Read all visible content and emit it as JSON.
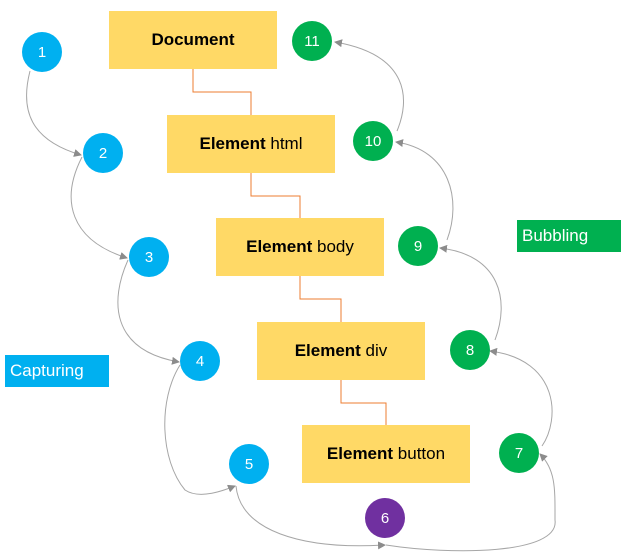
{
  "nodes": [
    {
      "bold": "Document",
      "rest": ""
    },
    {
      "bold": "Element",
      "rest": " html"
    },
    {
      "bold": "Element",
      "rest": " body"
    },
    {
      "bold": "Element",
      "rest": " div"
    },
    {
      "bold": "Element",
      "rest": " button"
    }
  ],
  "steps": {
    "capturing": [
      "1",
      "2",
      "3",
      "4",
      "5"
    ],
    "target": "6",
    "bubbling": [
      "7",
      "8",
      "9",
      "10",
      "11"
    ]
  },
  "labels": {
    "capturing": "Capturing",
    "bubbling": "Bubbling"
  },
  "colors": {
    "node_fill": "#ffd966",
    "capturing": "#00b0f0",
    "bubbling": "#00b050",
    "target": "#7030a0",
    "tree_connector": "#ed7d31",
    "flow_arrow": "#a6a6a6"
  }
}
